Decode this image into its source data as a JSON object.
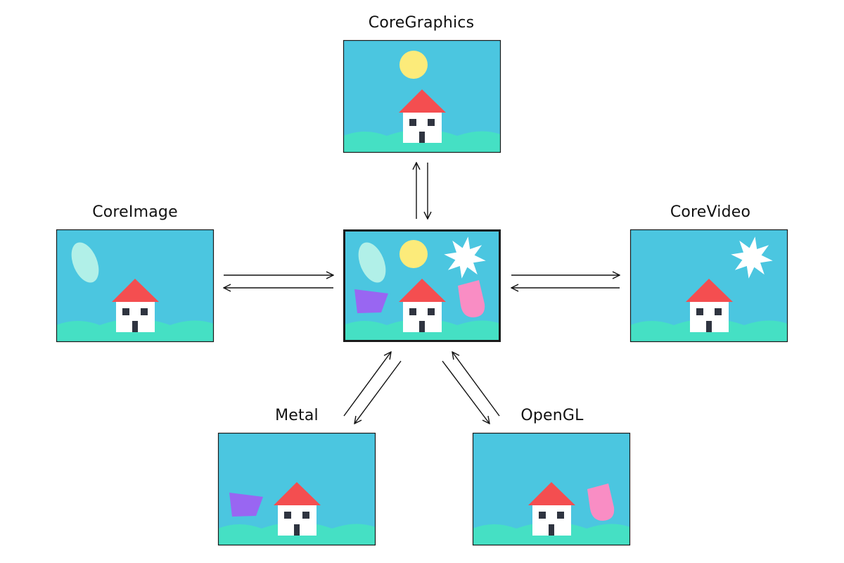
{
  "diagram": {
    "center": {
      "name": "",
      "elements": [
        "ellipse",
        "sun",
        "star",
        "quad",
        "house",
        "cup"
      ]
    },
    "nodes": [
      {
        "id": "coregraphics",
        "label": "CoreGraphics",
        "elements": [
          "sun",
          "house"
        ]
      },
      {
        "id": "coreimage",
        "label": "CoreImage",
        "elements": [
          "ellipse",
          "house"
        ]
      },
      {
        "id": "corevideo",
        "label": "CoreVideo",
        "elements": [
          "star",
          "house"
        ]
      },
      {
        "id": "metal",
        "label": "Metal",
        "elements": [
          "quad",
          "house"
        ]
      },
      {
        "id": "opengl",
        "label": "OpenGL",
        "elements": [
          "house",
          "cup"
        ]
      }
    ],
    "connections": [
      {
        "from": "center",
        "to": "coregraphics",
        "bidirectional": true
      },
      {
        "from": "center",
        "to": "coreimage",
        "bidirectional": true
      },
      {
        "from": "center",
        "to": "corevideo",
        "bidirectional": true
      },
      {
        "from": "center",
        "to": "metal",
        "bidirectional": true
      },
      {
        "from": "center",
        "to": "opengl",
        "bidirectional": true
      }
    ]
  },
  "colors": {
    "sky": "#4BC6E0",
    "hills": "#45E0C4",
    "roof": "#F44E50",
    "house": "#FFFFFF",
    "window": "#2F3440",
    "sun": "#FCEB7A",
    "ellipse": "#B1F0E8",
    "quad": "#9966F2",
    "cup": "#F98DC4",
    "star": "#FFFFFF",
    "frame": "#1A1A1A",
    "arrow": "#111111"
  }
}
